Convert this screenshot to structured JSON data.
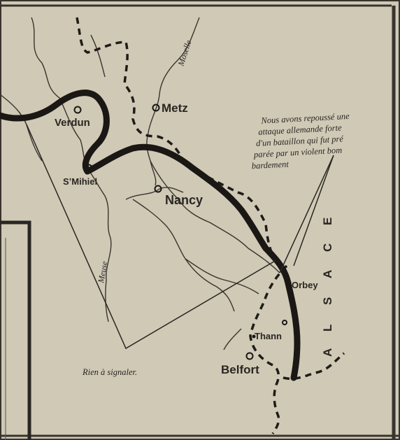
{
  "map": {
    "cities": {
      "verdun": "Verdun",
      "metz": "Metz",
      "st_mihiel": "SʼMihiel",
      "nancy": "Nancy",
      "orbey": "Orbey",
      "thann": "Thann",
      "belfort": "Belfort"
    },
    "rivers": {
      "moselle": "Moselle",
      "meuse": "Meuse"
    },
    "region_letters": [
      "A",
      "L",
      "S",
      "A",
      "C",
      "E"
    ],
    "annotations": {
      "vosges_note": [
        "Nous avons repoussé une",
        "attaque allemande forte",
        "d'un bataillon qui fut pré",
        "parée par un violent bom",
        "bardement"
      ],
      "south_note": "Rien à signaler."
    },
    "colors": {
      "paper": "#cfc9b6",
      "ink": "#2a2622"
    }
  }
}
